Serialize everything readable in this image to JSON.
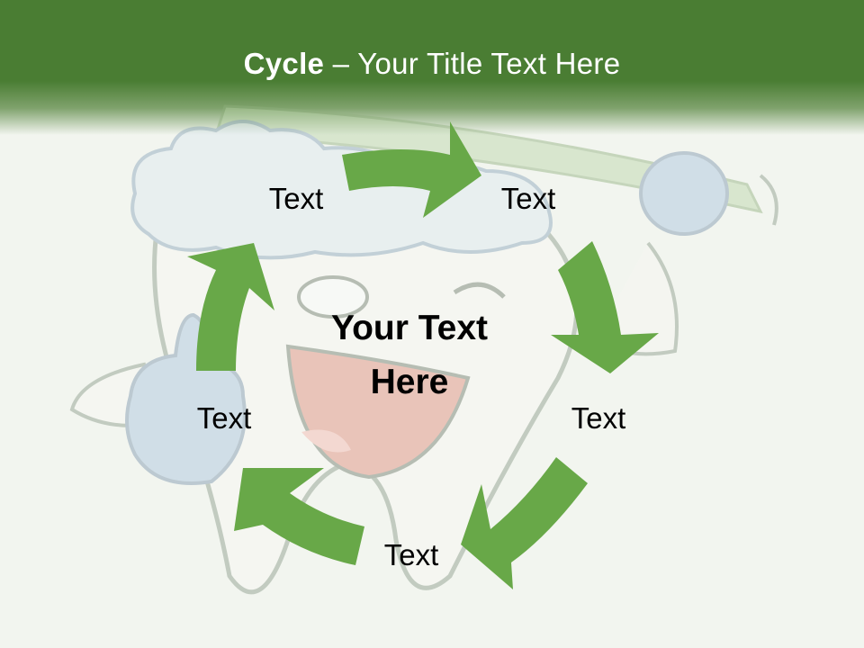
{
  "title": {
    "bold": "Cycle",
    "rest": " – Your Title Text Here"
  },
  "center": {
    "line1": "Your Text",
    "line2": "Here"
  },
  "cycle_labels": [
    "Text",
    "Text",
    "Text",
    "Text",
    "Text"
  ],
  "colors": {
    "header": "#4a7d33",
    "arrow": "#68a848",
    "background": "#f2f5ef"
  },
  "background_image": "tooth-mascot-with-toothbrush-icon"
}
